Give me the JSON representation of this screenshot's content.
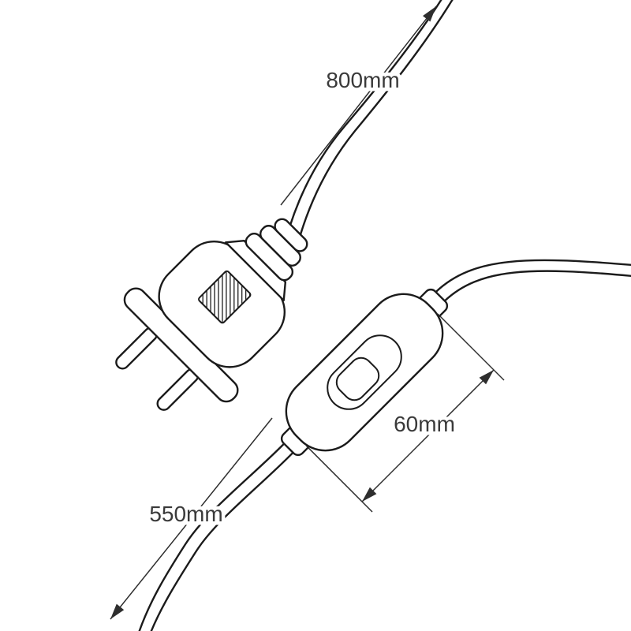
{
  "diagram": {
    "type": "technical-dimension-drawing",
    "subject": "Power cord with EU two-pin plug and inline rocker switch",
    "background_color": "#ffffff",
    "line_color": "#1b1b1b",
    "dimension_line_color": "#2e2e2e",
    "text_color": "#3a3a3a",
    "annotations": [
      {
        "id": "cable-plug-side-length",
        "label": "800mm"
      },
      {
        "id": "switch-body-length",
        "label": "60mm"
      },
      {
        "id": "cable-lamp-side-length",
        "label": "550mm"
      }
    ]
  }
}
